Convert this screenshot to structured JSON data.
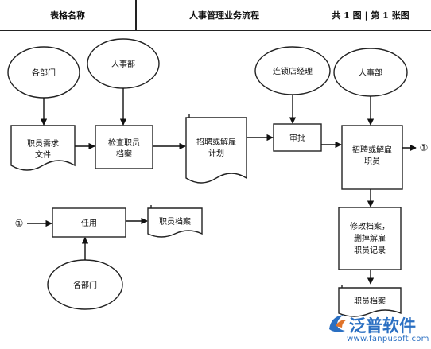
{
  "header": {
    "form_name_label": "表格名称",
    "process_title": "人事管理业务流程",
    "page_info": "共 1 图 | 第 1 张图"
  },
  "nodes": {
    "dept_top": "各部门",
    "hr_top_left": "人事部",
    "chain_manager": "连锁店经理",
    "hr_top_right": "人事部",
    "req_doc_line1": "职员需求",
    "req_doc_line2": "文件",
    "check_line1": "检查职员",
    "check_line2": "档案",
    "plan_line1": "招聘或解雇",
    "plan_line2": "计划",
    "approve": "审批",
    "hire_fire_line1": "招聘或解雇",
    "hire_fire_line2": "职员",
    "connector_out": "①",
    "connector_in": "①",
    "appoint": "任用",
    "staff_file_left": "职员档案",
    "dept_bottom": "各部门",
    "modify_line1": "修改档案，",
    "modify_line2": "删掉解雇",
    "modify_line3": "职员记录",
    "staff_file_right": "职员档案"
  },
  "watermark": {
    "brand": "泛普软件",
    "url": "www.fanpusoft.com",
    "brand_color": "#2a6fc2"
  }
}
